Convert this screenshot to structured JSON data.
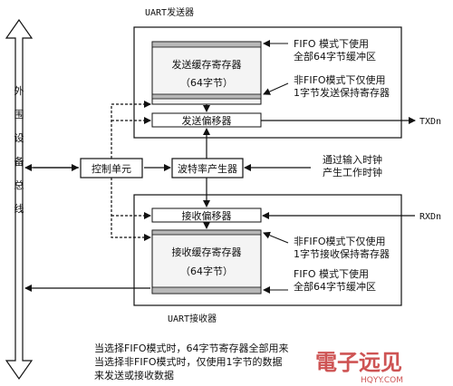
{
  "transmitter": {
    "title": "UART发送器",
    "buffer_label": "发送缓存寄存器",
    "buffer_size": "（64字节）",
    "shift_label": "发送偏移器",
    "note_fifo_1": "FIFO 模式下使用",
    "note_fifo_2": "全部64字节缓冲区",
    "note_nonfifo_1": "非FIFO模式下仅使用",
    "note_nonfifo_2": "1字节发送保持寄存器",
    "pin": "TXDn"
  },
  "receiver": {
    "title": "UART接收器",
    "buffer_label": "接收缓存寄存器",
    "buffer_size": "（64字节）",
    "shift_label": "接收偏移器",
    "note_nonfifo_1": "非FIFO模式下仅使用",
    "note_nonfifo_2": "1字节接收保持寄存器",
    "note_fifo_1": "FIFO 模式下使用",
    "note_fifo_2": "全部64字节缓冲区",
    "pin": "RXDn"
  },
  "bus": {
    "chars": [
      "外",
      "围",
      "设",
      "备",
      "总",
      "线"
    ]
  },
  "control": {
    "label": "控制单元"
  },
  "baud": {
    "label": "波特率产生器"
  },
  "clock_note": {
    "line1": "通过输入时钟",
    "line2": "产生工作时钟"
  },
  "caption": {
    "line1": "当选择FIFO模式时，64字节寄存器全部用来",
    "line2": "当选择非FIFO模式时，仅使用1字节的数据",
    "line3": "来发送或接收数据"
  },
  "watermark": {
    "main": "電子远见",
    "sub": "HQYY.COM"
  }
}
